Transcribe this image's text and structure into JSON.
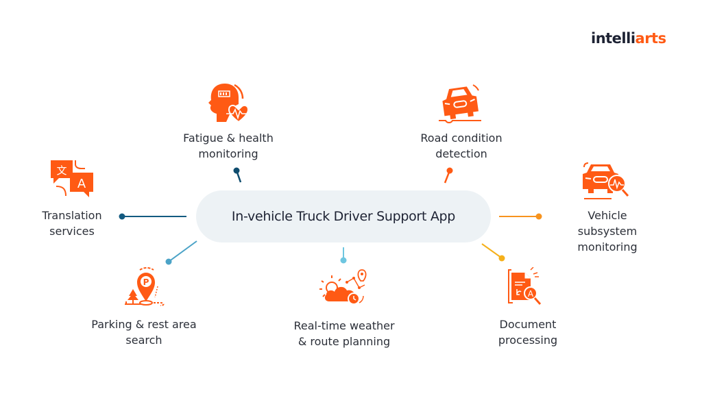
{
  "brand": {
    "logo_dark": "intelli",
    "logo_accent": "arts",
    "accent_color": "#ff5a14"
  },
  "hub": {
    "title": "In-vehicle Truck Driver Support App",
    "background": "#edf2f5"
  },
  "features": [
    {
      "id": "fatigue",
      "label": "Fatigue & health\nmonitoring",
      "icon": "head-heart-icon",
      "connector_color": "#0f4c6e"
    },
    {
      "id": "road",
      "label": "Road condition\ndetection",
      "icon": "tilted-car-icon",
      "connector_color": "#ff5a14"
    },
    {
      "id": "translation",
      "label": "Translation\nservices",
      "icon": "translation-bubbles-icon",
      "connector_color": "#135a80"
    },
    {
      "id": "vehicle",
      "label": "Vehicle subsystem\nmonitoring",
      "icon": "car-diagnostics-icon",
      "connector_color": "#f7931e"
    },
    {
      "id": "parking",
      "label": "Parking & rest area\nsearch",
      "icon": "parking-pin-icon",
      "connector_color": "#4ba3c7"
    },
    {
      "id": "weather",
      "label": "Real-time weather\n& route planning",
      "icon": "weather-route-icon",
      "connector_color": "#6ec6e0"
    },
    {
      "id": "document",
      "label": "Document\nprocessing",
      "icon": "document-scan-icon",
      "connector_color": "#f5b01a"
    }
  ]
}
